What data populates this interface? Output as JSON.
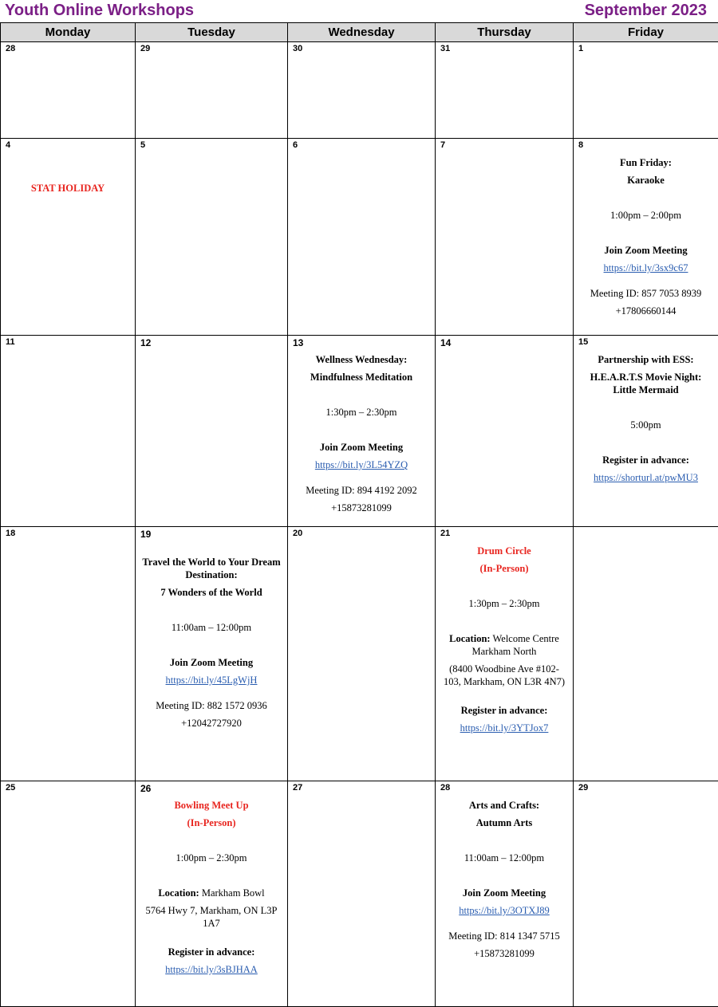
{
  "header": {
    "left_title": "Youth Online Workshops",
    "right_title": "September 2023"
  },
  "days": [
    "Monday",
    "Tuesday",
    "Wednesday",
    "Thursday",
    "Friday"
  ],
  "weeks": [
    [
      "28",
      "29",
      "30",
      "31",
      "1"
    ],
    [
      "4",
      "5",
      "6",
      "7",
      "8"
    ],
    [
      "11",
      "12",
      "13",
      "14",
      "15"
    ],
    [
      "18",
      "19",
      "20",
      "21",
      ""
    ],
    [
      "25",
      "26",
      "27",
      "28",
      "29"
    ]
  ],
  "events": {
    "stat_holiday": "STAT HOLIDAY",
    "fun_friday": {
      "title": "Fun Friday:",
      "subtitle": "Karaoke",
      "time": "1:00pm – 2:00pm",
      "join": "Join Zoom Meeting",
      "link": "https://bit.ly/3sx9c67",
      "meeting_id": "Meeting ID: 857 7053 8939",
      "phone": "+17806660144"
    },
    "wellness": {
      "title": "Wellness Wednesday:",
      "subtitle": "Mindfulness Meditation",
      "time": "1:30pm – 2:30pm",
      "join": "Join Zoom Meeting",
      "link": "https://bit.ly/3L54YZQ",
      "meeting_id": "Meeting ID: 894 4192 2092",
      "phone": "+15873281099"
    },
    "movie_night": {
      "title": "Partnership with ESS:",
      "subtitle": "H.E.A.R.T.S Movie Night: Little Mermaid",
      "time": "5:00pm",
      "register": "Register in advance:",
      "link": "https://shorturl.at/pwMU3"
    },
    "travel": {
      "title": "Travel the World to Your Dream Destination:",
      "subtitle": "7 Wonders of the World",
      "time": "11:00am – 12:00pm",
      "join": "Join Zoom Meeting",
      "link": "https://bit.ly/45LgWjH",
      "meeting_id": "Meeting ID: 882 1572 0936",
      "phone": "+12042727920"
    },
    "drum_circle": {
      "title": "Drum Circle",
      "subtitle": "(In-Person)",
      "time": "1:30pm – 2:30pm",
      "location_label": "Location:",
      "location": "Welcome Centre Markham North",
      "address": "(8400 Woodbine Ave #102-103, Markham, ON L3R 4N7)",
      "register": "Register in advance:",
      "link": "https://bit.ly/3YTJox7"
    },
    "bowling": {
      "title": "Bowling Meet Up",
      "subtitle": "(In-Person)",
      "time": "1:00pm – 2:30pm",
      "location_label": "Location:",
      "location": "Markham Bowl",
      "address": "5764 Hwy 7, Markham, ON L3P 1A7",
      "register": "Register in advance:",
      "link": "https://bit.ly/3sBJHAA"
    },
    "arts": {
      "title": "Arts and Crafts:",
      "subtitle": "Autumn Arts",
      "time": "11:00am – 12:00pm",
      "join": "Join Zoom Meeting",
      "link": "https://bit.ly/3OTXJ89",
      "meeting_id": "Meeting ID: 814 1347 5715",
      "phone": "+15873281099"
    }
  }
}
